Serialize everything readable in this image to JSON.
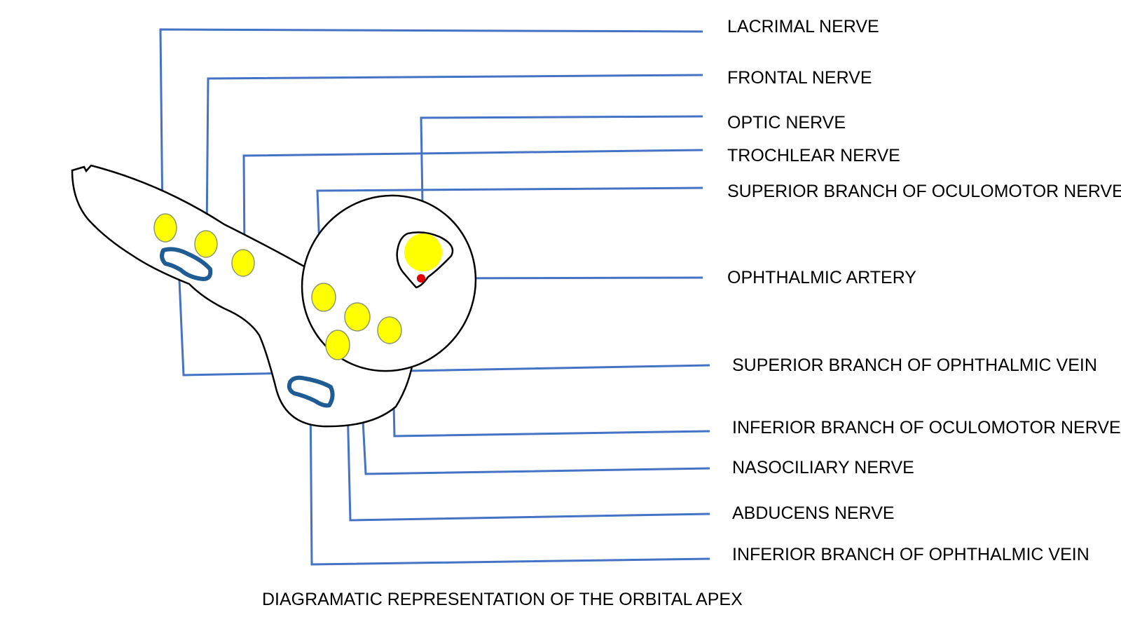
{
  "labels": {
    "lacrimal_nerve": "LACRIMAL NERVE",
    "frontal_nerve": "FRONTAL NERVE",
    "optic_nerve": "OPTIC NERVE",
    "trochlear_nerve": "TROCHLEAR NERVE",
    "superior_oculomotor": "SUPERIOR BRANCH OF OCULOMOTOR NERVE",
    "ophthalmic_artery": "OPHTHALMIC ARTERY",
    "superior_ophthalmic_vein": "SUPERIOR BRANCH OF OPHTHALMIC VEIN",
    "inferior_oculomotor": "INFERIOR BRANCH OF OCULOMOTOR NERVE",
    "nasociliary_nerve": "NASOCILIARY NERVE",
    "abducens_nerve": "ABDUCENS NERVE",
    "inferior_ophthalmic_vein": "INFERIOR BRANCH OF OPHTHALMIC VEIN"
  },
  "caption": "DIAGRAMATIC REPRESENTATION OF THE ORBITAL APEX",
  "colors": {
    "leader_line": "#4472c4",
    "nerve_fill": "#ffff00",
    "nerve_stroke": "#8a9a6a",
    "vein_stroke": "#1f5c94",
    "artery_fill": "#e00000",
    "outline_stroke": "#000000"
  }
}
